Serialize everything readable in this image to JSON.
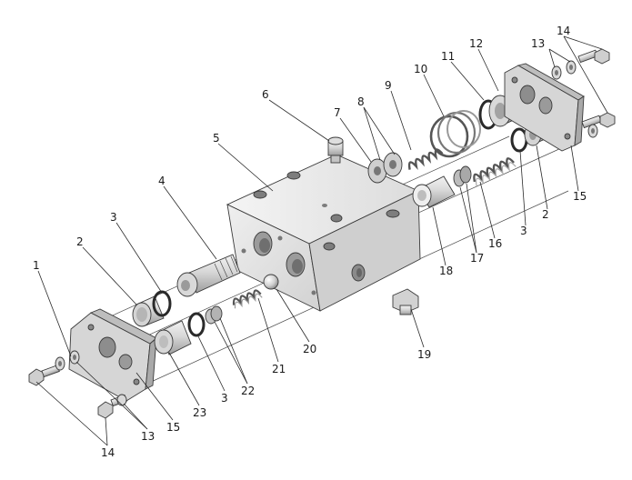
{
  "colors": {
    "metal_light": "#e6e6e6",
    "metal_mid": "#c9c9c9",
    "metal_dark": "#9a9a9a",
    "outline": "#3a3a3a",
    "label": "#1a1a1a"
  },
  "callouts": [
    {
      "id": "1",
      "text": "1"
    },
    {
      "id": "2",
      "text": "2"
    },
    {
      "id": "3",
      "text": "3"
    },
    {
      "id": "4",
      "text": "4"
    },
    {
      "id": "5",
      "text": "5"
    },
    {
      "id": "6",
      "text": "6"
    },
    {
      "id": "7",
      "text": "7"
    },
    {
      "id": "8",
      "text": "8"
    },
    {
      "id": "9",
      "text": "9"
    },
    {
      "id": "10",
      "text": "10"
    },
    {
      "id": "11",
      "text": "11"
    },
    {
      "id": "12",
      "text": "12"
    },
    {
      "id": "13",
      "text": "13"
    },
    {
      "id": "14",
      "text": "14"
    },
    {
      "id": "2b",
      "text": "2"
    },
    {
      "id": "15",
      "text": "15"
    },
    {
      "id": "3b",
      "text": "3"
    },
    {
      "id": "16",
      "text": "16"
    },
    {
      "id": "17",
      "text": "17"
    },
    {
      "id": "18",
      "text": "18"
    },
    {
      "id": "19",
      "text": "19"
    },
    {
      "id": "20",
      "text": "20"
    },
    {
      "id": "21",
      "text": "21"
    },
    {
      "id": "22",
      "text": "22"
    },
    {
      "id": "3c",
      "text": "3"
    },
    {
      "id": "23",
      "text": "23"
    },
    {
      "id": "15b",
      "text": "15"
    },
    {
      "id": "13b",
      "text": "13"
    },
    {
      "id": "14b",
      "text": "14"
    }
  ]
}
